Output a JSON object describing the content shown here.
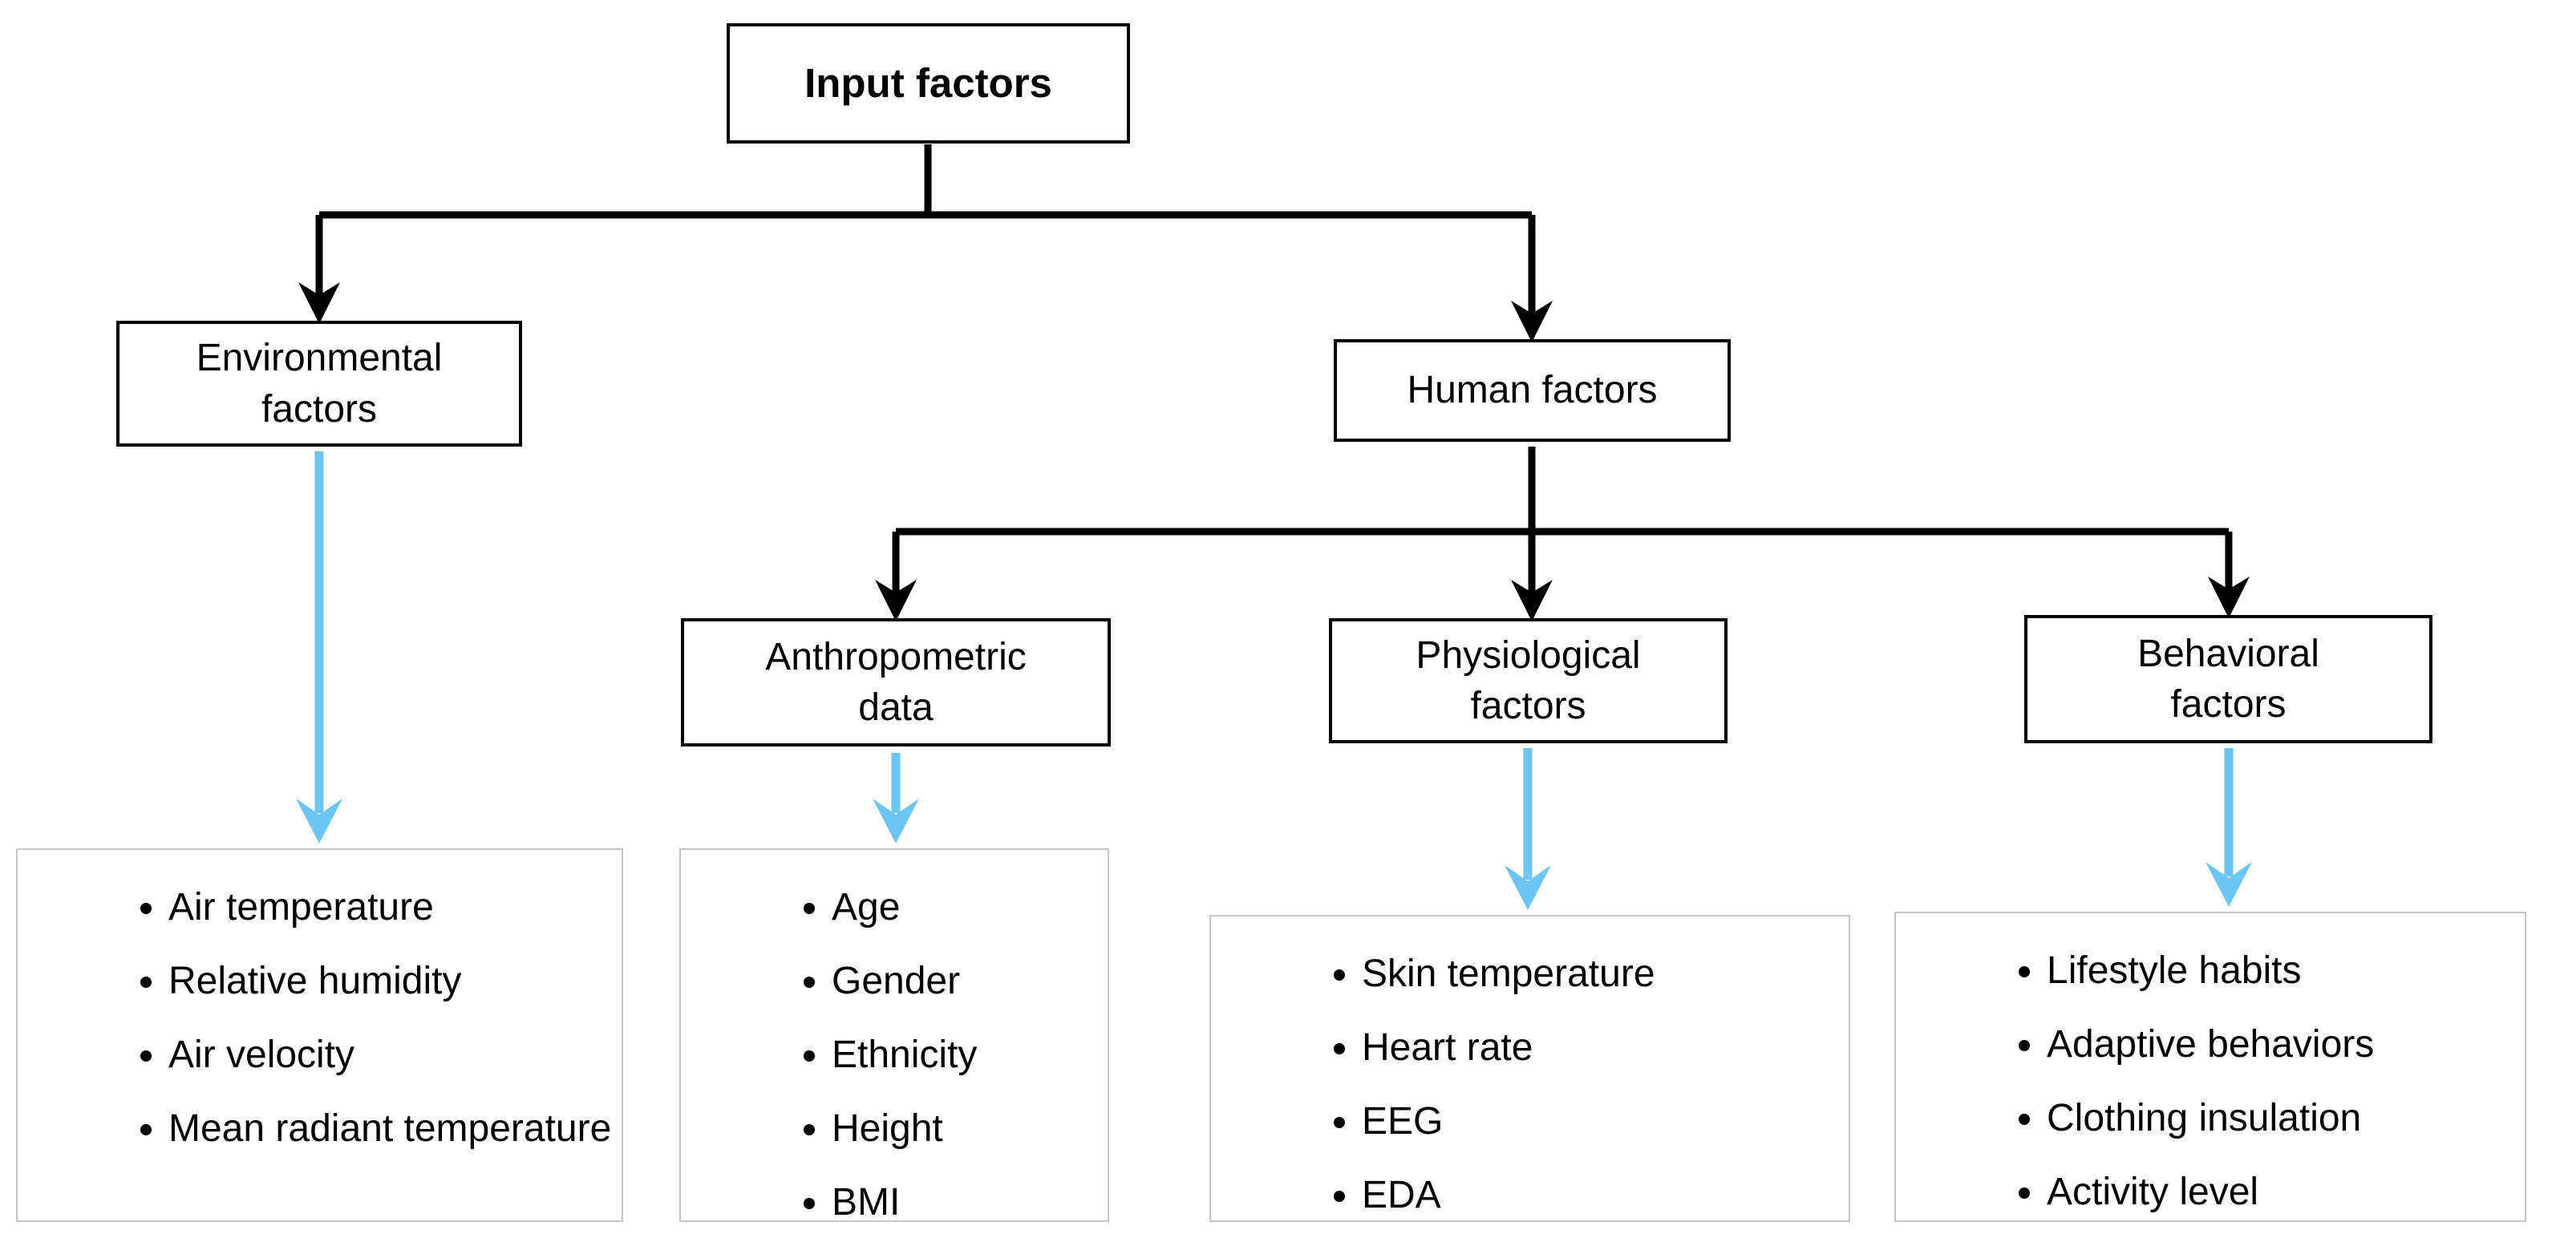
{
  "diagram": {
    "nodes": {
      "input": {
        "lines": [
          "Input factors"
        ]
      },
      "environmental": {
        "lines": [
          "Environmental",
          "factors"
        ]
      },
      "human": {
        "lines": [
          "Human factors"
        ]
      },
      "anthropometric": {
        "lines": [
          "Anthropometric",
          "data"
        ]
      },
      "physiological": {
        "lines": [
          "Physiological",
          "factors"
        ]
      },
      "behavioral": {
        "lines": [
          "Behavioral",
          "factors"
        ]
      }
    },
    "lists": {
      "environmental": {
        "items": [
          "Air temperature",
          "Relative humidity",
          "Air velocity",
          "Mean radiant temperature"
        ]
      },
      "anthropometric": {
        "items": [
          "Age",
          "Gender",
          "Ethnicity",
          "Height",
          "BMI"
        ]
      },
      "physiological": {
        "items": [
          "Skin temperature",
          "Heart rate",
          "EEG",
          "EDA"
        ]
      },
      "behavioral": {
        "items": [
          "Lifestyle habits",
          "Adaptive behaviors",
          "Clothing insulation",
          "Activity level"
        ]
      }
    },
    "colors": {
      "background": "#ffffff",
      "box_border": "#000000",
      "list_border": "#c6c6c6",
      "arrow_black": "#000000",
      "arrow_blue": "#6cc5f3",
      "text": "#000000"
    }
  }
}
